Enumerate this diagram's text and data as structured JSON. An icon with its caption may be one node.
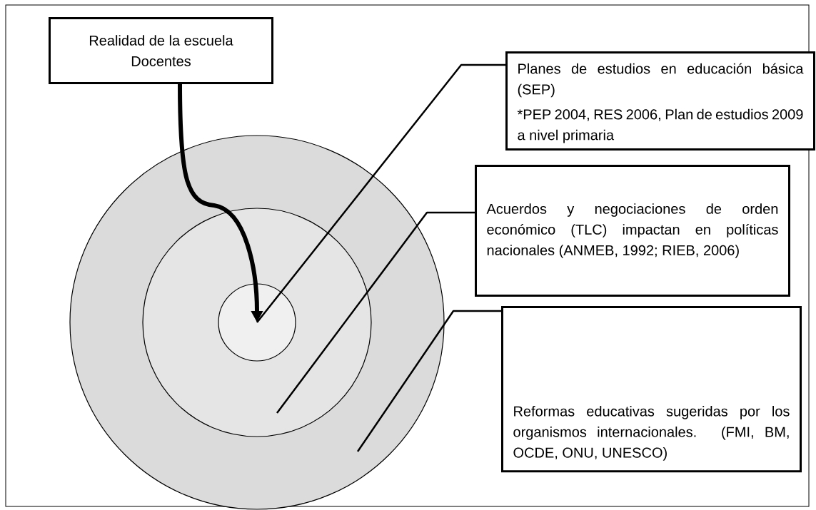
{
  "diagram": {
    "nodes": [
      {
        "text": [
          "Realidad de la escuela",
          "Docentes"
        ]
      },
      {
        "text": [
          "Planes de estudios en educación básica (SEP)",
          "*PEP 2004, RES 2006, Plan de estudios 2009 a nivel primaria"
        ]
      },
      {
        "text": [
          "Acuerdos y negociaciones de orden económico (TLC) impactan en políticas nacionales (ANMEB, 1992; RIEB, 2006)"
        ]
      },
      {
        "text": [
          "Reformas educativas sugeridas por los organismos internacionales. (FMI, BM, OCDE, ONU, UNESCO)"
        ]
      },
      {
        "text": [],
        "shape": "circle"
      },
      {
        "text": [],
        "shape": "circle",
        "in": 4
      },
      {
        "text": [],
        "shape": "circle",
        "in": 5
      }
    ],
    "edges": [
      {
        "from": 0,
        "to": 6,
        "arrow": "to",
        "style": "thick"
      },
      {
        "from": 1,
        "to": 6,
        "arrow": "none"
      },
      {
        "from": 2,
        "to": 5,
        "arrow": "none"
      },
      {
        "from": 3,
        "to": 4,
        "arrow": "none"
      }
    ]
  }
}
